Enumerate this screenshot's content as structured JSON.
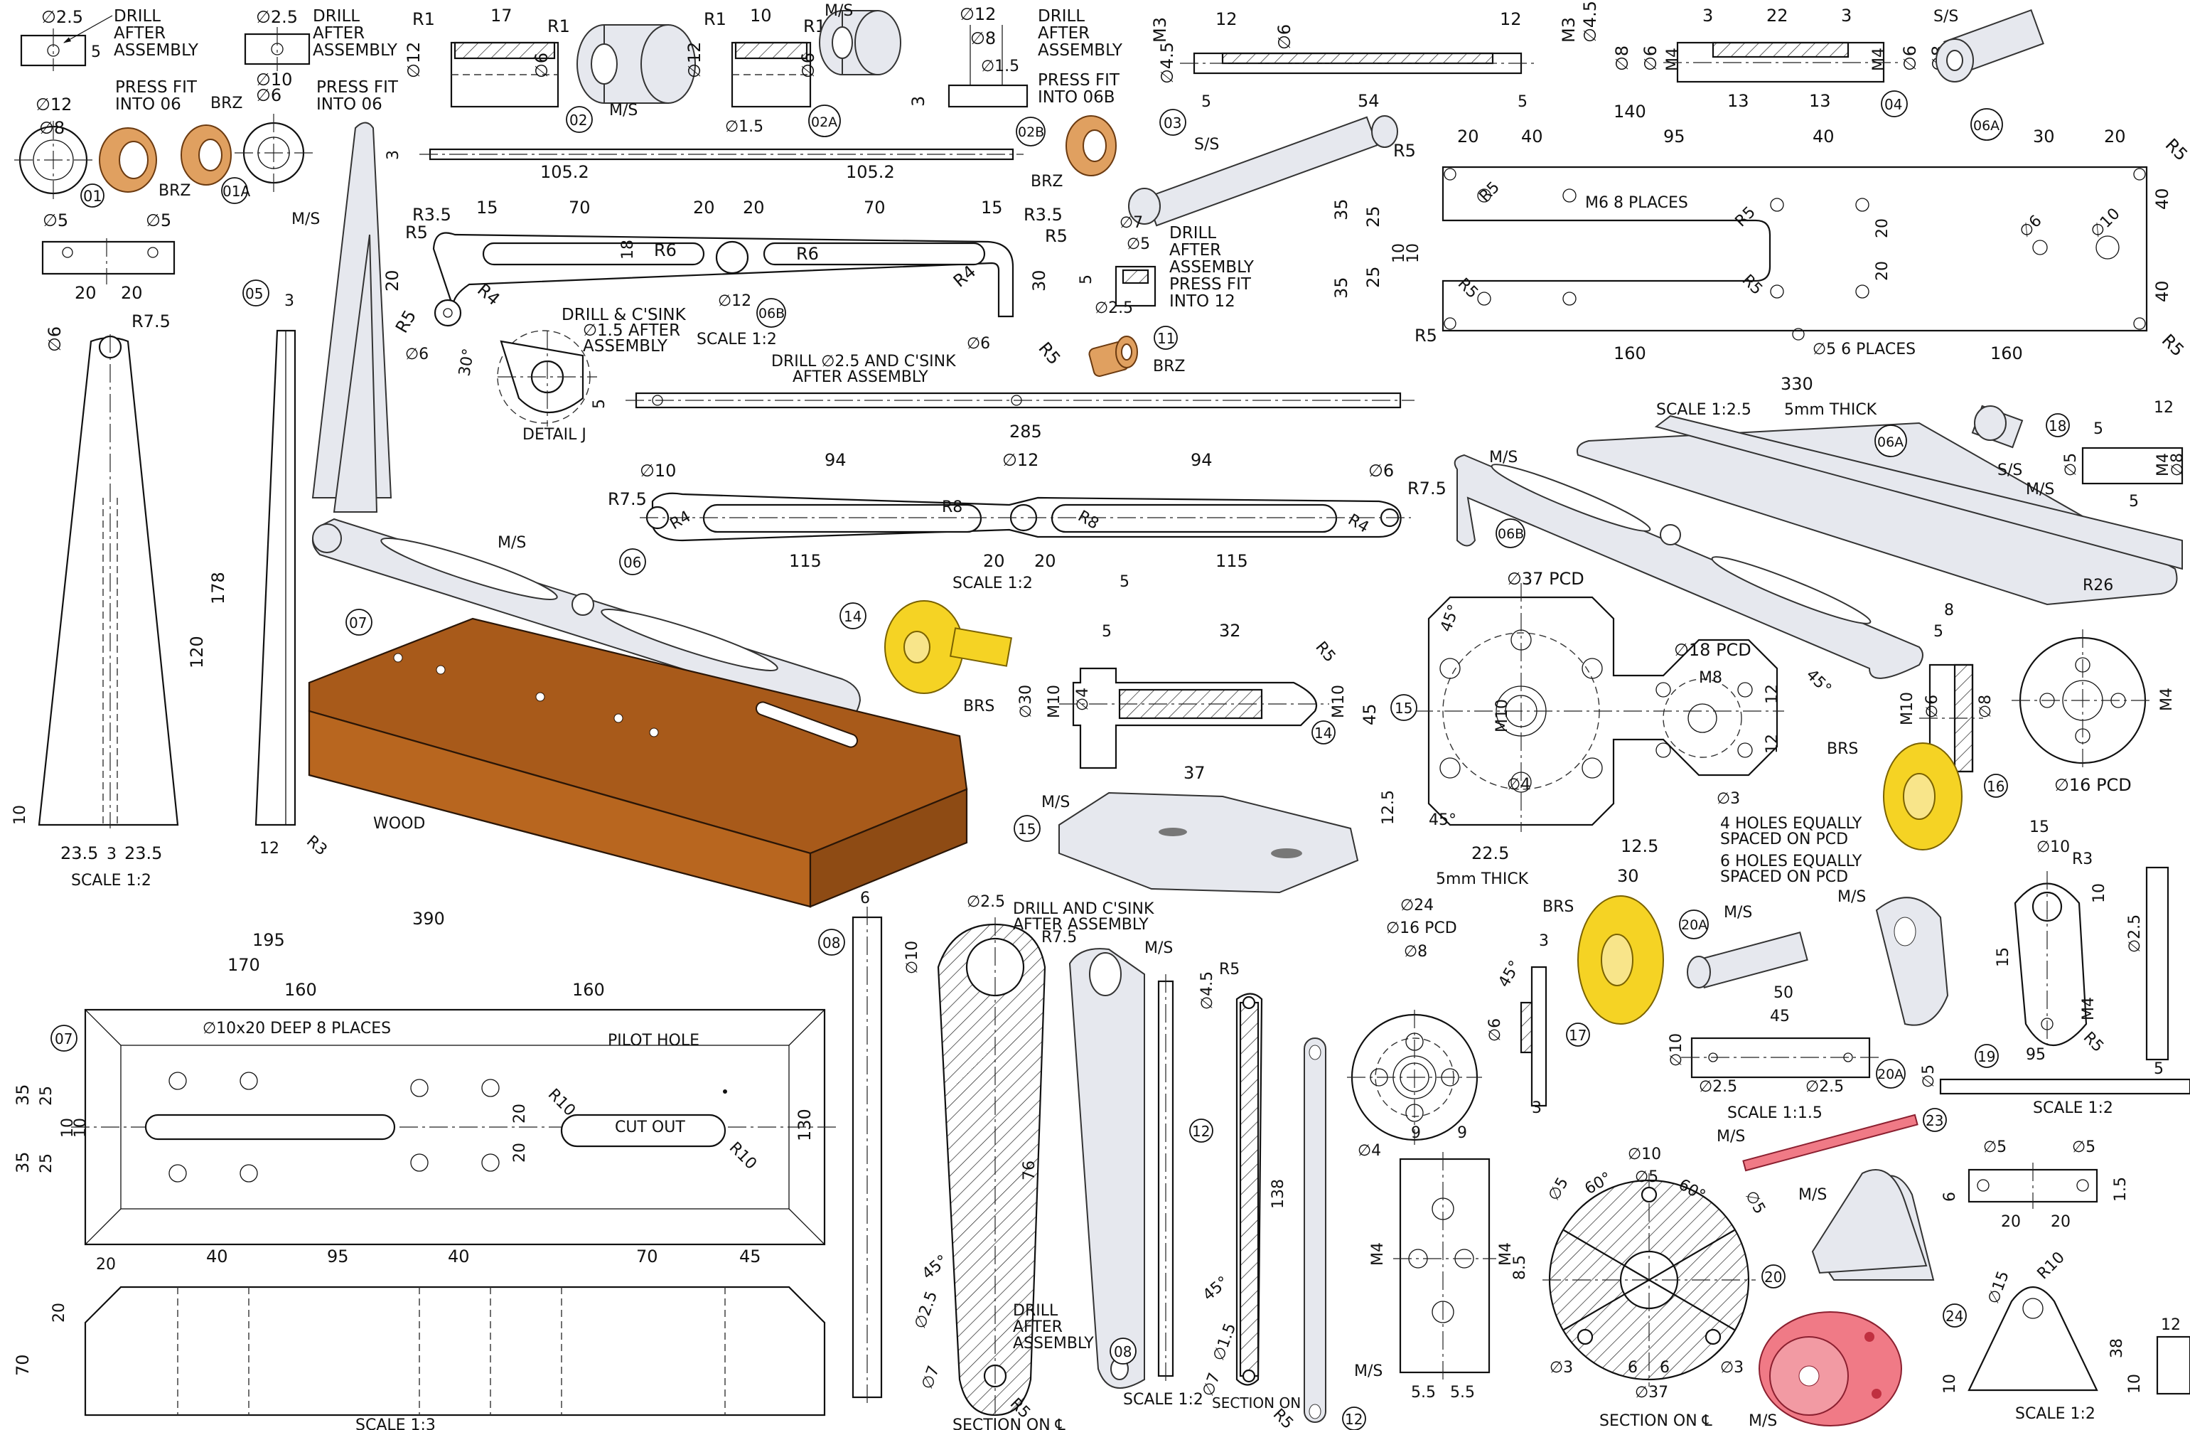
{
  "callouts": {
    "p01": "01",
    "p01a": "01A",
    "p02": "02",
    "p02a": "02A",
    "p02b": "02B",
    "p03": "03",
    "p04": "04",
    "p05": "05",
    "p06": "06",
    "p06a": "06A",
    "p06b": "06B",
    "p07": "07",
    "p08": "08",
    "p11": "11",
    "p12": "12",
    "p14": "14",
    "p15": "15",
    "p16": "16",
    "p17": "17",
    "p18": "18",
    "p19": "19",
    "p20": "20",
    "p20a": "20A",
    "p23": "23",
    "p24": "24"
  },
  "notes": {
    "drill_after_assembly": [
      "DRILL",
      "AFTER",
      "ASSEMBLY"
    ],
    "press_fit_06": [
      "PRESS FIT",
      "INTO 06"
    ],
    "press_fit_06b": [
      "PRESS FIT",
      "INTO 06B"
    ],
    "press_fit_12": [
      "PRESS FIT",
      "INTO 12"
    ],
    "drill_csink_15": [
      "DRILL & C'SINK",
      "∅1.5 AFTER",
      "ASSEMBLY"
    ],
    "drill_25_csink": [
      "DRILL ∅2.5 AND C'SINK",
      "AFTER ASSEMBLY"
    ],
    "drill_and_csink": [
      "DRILL AND C'SINK",
      "AFTER ASSEMBLY"
    ],
    "m6_8_places": "M6 8 PLACES",
    "five_6_places": "∅5 6 PLACES",
    "holes_4": [
      "4 HOLES EQUALLY",
      "SPACED ON PCD"
    ],
    "holes_6": [
      "6 HOLES EQUALLY",
      "SPACED ON PCD"
    ],
    "pilot_hole": "PILOT HOLE",
    "cut_out": "CUT OUT",
    "deep_8": "∅10x20 DEEP 8 PLACES",
    "detail_j": "DETAIL J",
    "thick_5mm": "5mm THICK",
    "section_on_cl": "SECTION ON ℄"
  },
  "materials": {
    "brz": "BRZ",
    "ms": "M/S",
    "ss": "S/S",
    "brs": "BRS",
    "wood": "WOOD"
  },
  "scales": {
    "s12": "SCALE 1:2",
    "s13": "SCALE 1:3",
    "s125": "SCALE 1:2.5",
    "s115": "SCALE 1:1.5"
  },
  "pcd": {
    "pcd37": "∅37 PCD",
    "pcd18": "∅18 PCD",
    "pcd16": "∅16 PCD"
  },
  "dims": {
    "d2_5": "∅2.5",
    "d12": "∅12",
    "d8": "∅8",
    "d10": "∅10",
    "d6": "∅6",
    "d5": "∅5",
    "d1_5": "∅1.5",
    "d7": "∅7",
    "d4": "∅4",
    "d3": "∅3",
    "d24": "∅24",
    "d30": "∅30",
    "d37": "∅37",
    "d4_5": "∅4.5",
    "d15": "∅15",
    "r1": "R1",
    "r3_5": "R3.5",
    "r5": "R5",
    "r6": "R6",
    "r4": "R4",
    "r7_5": "R7.5",
    "r8": "R8",
    "r10": "R10",
    "r3": "R3",
    "r2_6": "R26",
    "m3": "M3",
    "m4": "M4",
    "m8": "M8",
    "m10": "M10",
    "n17": "17",
    "n10": "10",
    "n12": "12",
    "n105_2": "105.2",
    "n15": "15",
    "n70": "70",
    "n20": "20",
    "n18": "18",
    "n54": "54",
    "n22": "22",
    "n13": "13",
    "n3": "3",
    "n140": "140",
    "n40": "40",
    "n95": "95",
    "n30": "30",
    "n35": "35",
    "n25": "25",
    "n160": "160",
    "n330": "330",
    "n285": "285",
    "n94": "94",
    "n115": "115",
    "n178": "178",
    "n120": "120",
    "n23_5": "23.5",
    "n32": "32",
    "n37": "37",
    "n45": "45",
    "n12_5": "12.5",
    "n22_5": "22.5",
    "n390": "390",
    "n195": "195",
    "n170": "170",
    "n130": "130",
    "n76": "76",
    "n138": "138",
    "n9": "9",
    "n8_5": "8.5",
    "n5_5": "5.5",
    "n50": "50",
    "n38": "38",
    "n1_5": "1.5",
    "n8": "8",
    "n6": "6",
    "n5": "5",
    "a30": "30°",
    "a45": "45°",
    "a60": "60°"
  }
}
